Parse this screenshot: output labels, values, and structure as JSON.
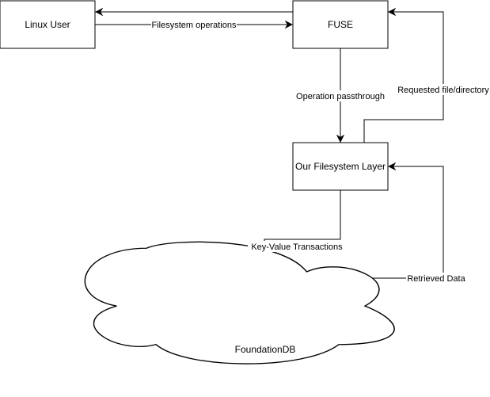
{
  "nodes": {
    "linux_user": "Linux User",
    "fuse": "FUSE",
    "fs_layer": "Our Filesystem Layer",
    "foundationdb": "FoundationDB"
  },
  "edges": {
    "filesystem_operations": "Filesystem operations",
    "operation_passthrough": "Operation passthrough",
    "requested_file_directory": "Requested file/directory",
    "key_value_transactions": "Key-Value Transactions",
    "retrieved_data": "Retrieved Data"
  },
  "colors": {
    "stroke": "#000000",
    "fill": "#ffffff",
    "text": "#000000"
  }
}
